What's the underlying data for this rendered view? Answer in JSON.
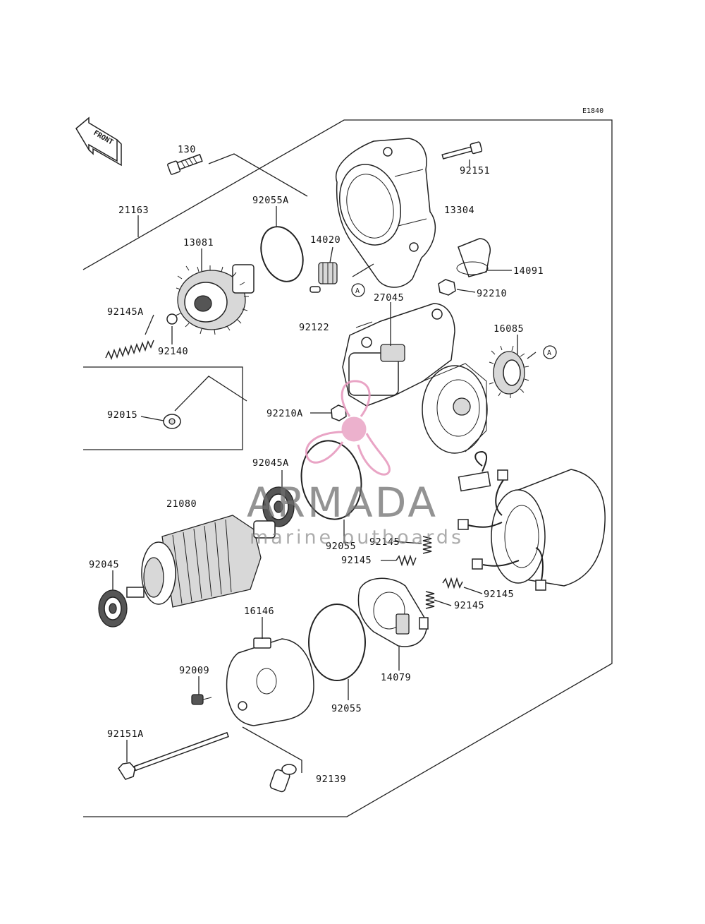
{
  "diagram_code": "E1840",
  "front_label": "FRONT",
  "watermark": {
    "brand": "ARMADA",
    "tagline": "marine outboards",
    "logo_color": "#e79bbf",
    "text_color": "#6f6f6f"
  },
  "ref_marks": {
    "a1": "A",
    "a2": "A"
  },
  "parts": {
    "p130": "130",
    "p21163": "21163",
    "p92055A": "92055A",
    "p13081": "13081",
    "p92145A": "92145A",
    "p92140": "92140",
    "p14020": "14020",
    "p13304": "13304",
    "p92151": "92151",
    "p14091": "14091",
    "p92210": "92210",
    "p27045": "27045",
    "p92122": "92122",
    "p16085": "16085",
    "p92015": "92015",
    "p92210A": "92210A",
    "p92045A": "92045A",
    "p21080": "21080",
    "p92055_1": "92055",
    "p92145_1": "92145",
    "p92145_2": "92145",
    "p92145_3": "92145",
    "p92145_4": "92145",
    "p92045": "92045",
    "p16146": "16146",
    "p92009": "92009",
    "p92055_2": "92055",
    "p14079": "14079",
    "p92151A": "92151A",
    "p92139": "92139"
  }
}
